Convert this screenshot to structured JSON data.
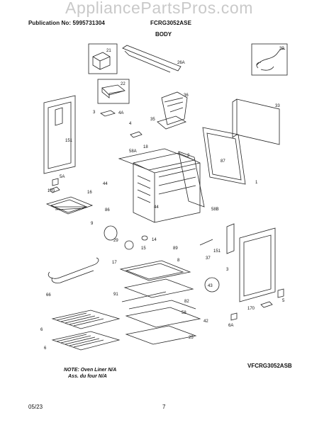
{
  "header": {
    "publication": "Publication No: 5995731304",
    "model_top": "FCRG3052ASE",
    "watermark": "AppliancePartsPros.com"
  },
  "section_title": "BODY",
  "part_labels": [
    "21",
    "26A",
    "39",
    "22",
    "36",
    "33",
    "4A",
    "35",
    "3",
    "151",
    "4",
    "18",
    "58A",
    "2",
    "87",
    "1",
    "5A",
    "44",
    "44",
    "170",
    "16",
    "86",
    "58B",
    "9",
    "29",
    "14",
    "15",
    "89",
    "151",
    "17",
    "8",
    "37",
    "3",
    "43",
    "66",
    "91",
    "82",
    "5",
    "170",
    "42",
    "58",
    "6",
    "6A",
    "25",
    "6"
  ],
  "note": {
    "line1": "NOTE: Oven Liner N/A",
    "line2": "Ass. du four N/A"
  },
  "model_label": "VFCRG3052ASB",
  "footer": {
    "date": "05/23",
    "page": "7"
  },
  "colors": {
    "ink": "#111111",
    "watermark": "#c9c9c9",
    "background": "#ffffff"
  }
}
